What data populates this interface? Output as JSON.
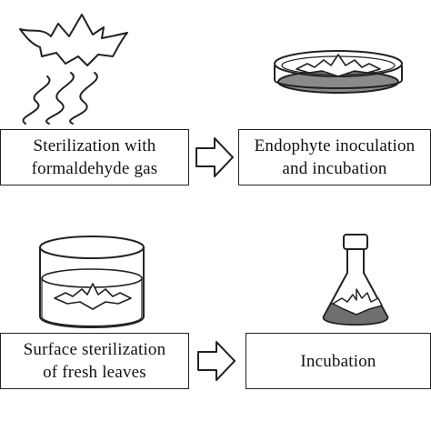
{
  "steps": [
    {
      "label": "Sterilization with\nformaldehyde gas"
    },
    {
      "label": "Endophyte inoculation\nand incubation"
    },
    {
      "label": "Surface sterilization\nof fresh leaves"
    },
    {
      "label": "Incubation"
    }
  ],
  "colors": {
    "stroke": "#222222",
    "medium": "#8a8a8a",
    "medium_dark": "#6f6f6f",
    "background": "#ffffff"
  },
  "icons": [
    "leaf-with-gas-waves-icon",
    "petri-dish-with-leaf-icon",
    "beaker-with-floating-leaf-icon",
    "erlenmeyer-flask-with-leaf-icon",
    "right-arrow-icon"
  ]
}
